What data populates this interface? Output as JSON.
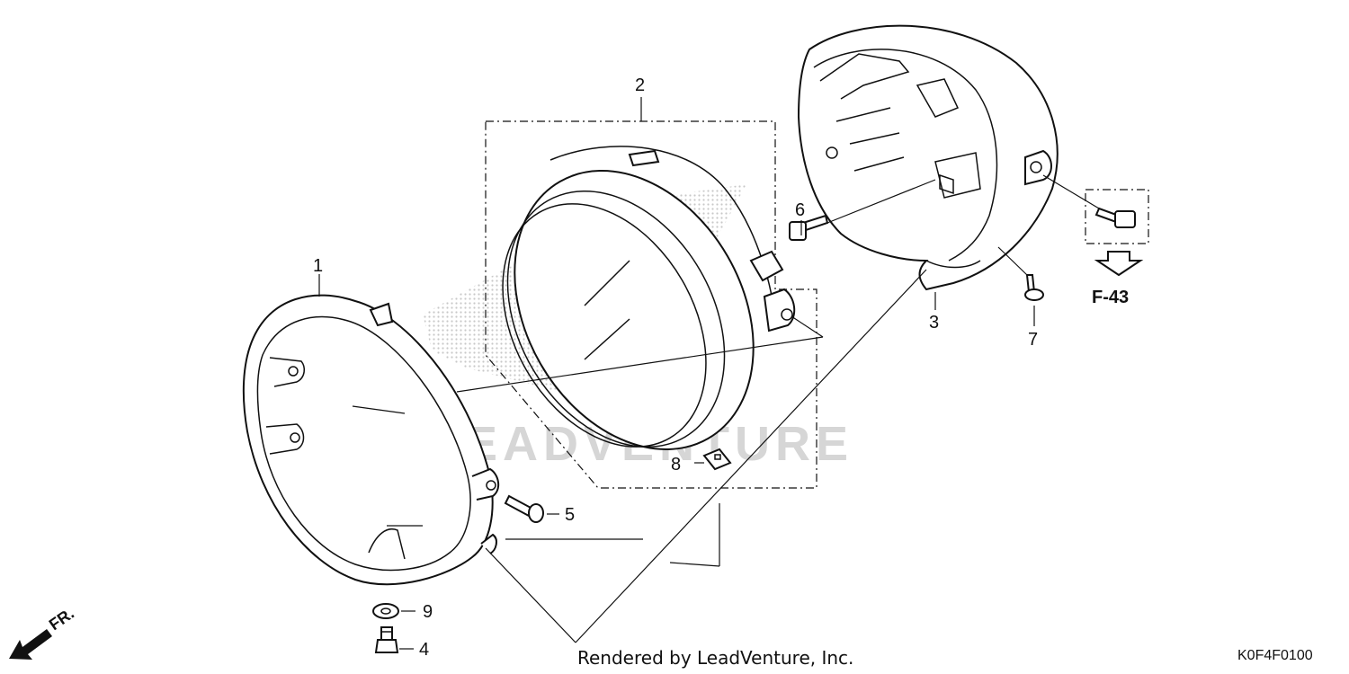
{
  "diagram": {
    "callouts": {
      "c1": "1",
      "c2": "2",
      "c3": "3",
      "c4": "4",
      "c5": "5",
      "c6": "6",
      "c7": "7",
      "c8": "8",
      "c9": "9"
    },
    "reference": "F-43",
    "front_label": "FR.",
    "watermark": "LEADVENTURE",
    "footer_text": "Rendered by LeadVenture, Inc.",
    "diagram_code": "K0F4F0100"
  }
}
